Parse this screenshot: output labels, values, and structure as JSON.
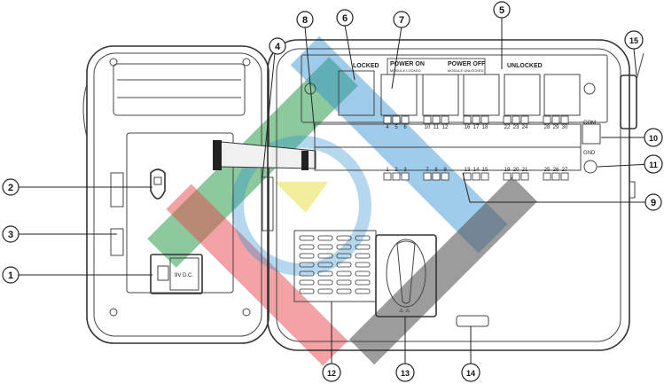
{
  "callouts": [
    {
      "id": "1",
      "glyph": "①"
    },
    {
      "id": "2",
      "glyph": "②"
    },
    {
      "id": "3",
      "glyph": "③"
    },
    {
      "id": "4",
      "glyph": "④"
    },
    {
      "id": "5",
      "glyph": "⑤"
    },
    {
      "id": "6",
      "glyph": "⑥"
    },
    {
      "id": "7",
      "glyph": "⑦"
    },
    {
      "id": "8",
      "glyph": "⑧"
    },
    {
      "id": "9",
      "glyph": "⑨"
    },
    {
      "id": "10",
      "glyph": "⑩"
    },
    {
      "id": "11",
      "glyph": "⑪"
    },
    {
      "id": "12",
      "glyph": "⑫"
    },
    {
      "id": "13",
      "glyph": "⑬"
    },
    {
      "id": "14",
      "glyph": "⑭"
    },
    {
      "id": "15",
      "glyph": "⑮"
    }
  ],
  "labels": {
    "locked": "LOCKED",
    "unlocked": "UNLOCKED",
    "power_on": "POWER ON",
    "power_off": "POWER OFF",
    "module_locked": "MODULE LOCKED",
    "module_unlocked": "MODULE UNLOCKED",
    "battery": "9V D.C.",
    "com": "COM",
    "gnd": "GND"
  },
  "terminals": {
    "top_row": [
      "4",
      "5",
      "6",
      "10",
      "11",
      "12",
      "16",
      "17",
      "18",
      "22",
      "23",
      "24",
      "28",
      "29",
      "30"
    ],
    "bottom_row": [
      "1",
      "2",
      "3",
      "7",
      "8",
      "9",
      "13",
      "14",
      "15",
      "19",
      "20",
      "21",
      "25",
      "26",
      "27"
    ]
  },
  "watermark_colors": {
    "green": "#2e9e4f",
    "blue": "#2b8fd0",
    "red": "#e8474c",
    "gray": "#4a4a4a",
    "yellow": "#e8e04a"
  }
}
